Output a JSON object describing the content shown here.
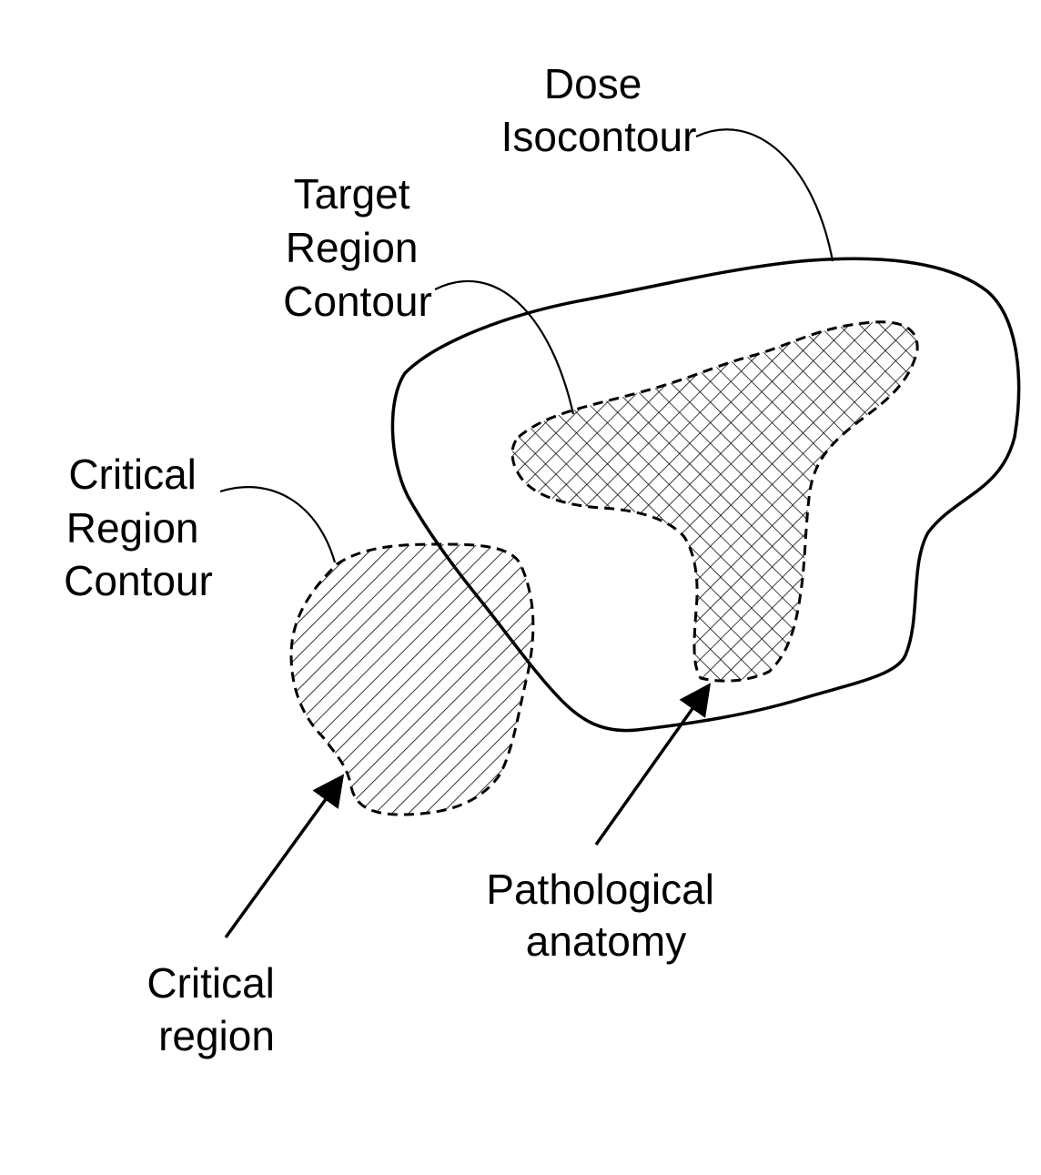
{
  "labels": {
    "dose_isocontour": [
      "Dose",
      "Isocontour"
    ],
    "target_region_contour": [
      "Target",
      "Region",
      "Contour"
    ],
    "critical_region_contour": [
      "Critical",
      "Region",
      "Contour"
    ],
    "pathological_anatomy": [
      "Pathological",
      "anatomy"
    ],
    "critical_region": [
      "Critical",
      "region"
    ]
  },
  "colors": {
    "ink": "#000000",
    "background": "#ffffff"
  }
}
